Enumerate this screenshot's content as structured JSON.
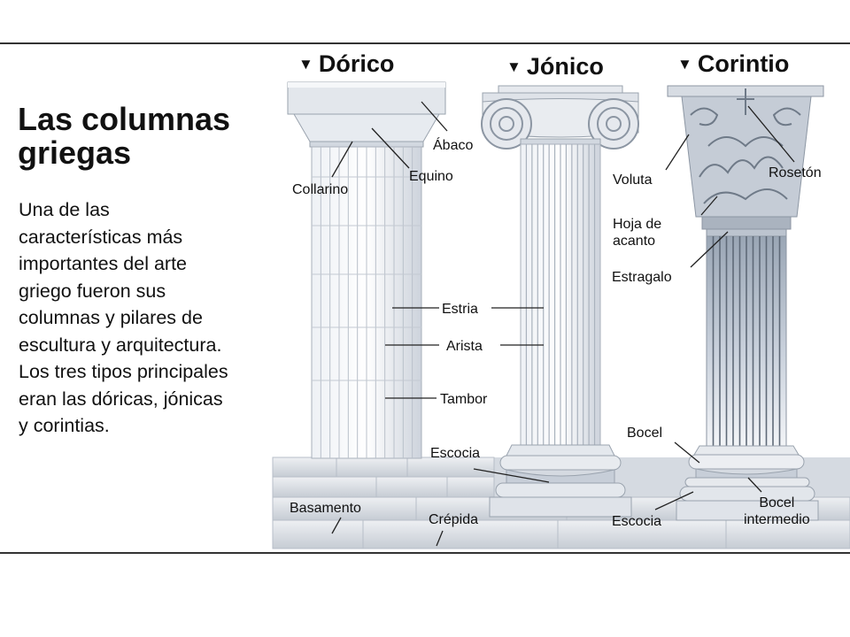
{
  "heading": "Las columnas\ngriegas",
  "description": "Una de las\ncaracterísticas más\nimportantes del arte\ngriego fueron sus\ncolumnas y pilares de\nescultura y arquitectura.\nLos tres tipos principales\neran las dóricas, jónicas\ny corintias.",
  "orders": {
    "doric": "Dórico",
    "ionic": "Jónico",
    "corinthian": "Corintio",
    "marker": "▼"
  },
  "labels": {
    "abaco": "Ábaco",
    "equino": "Equino",
    "collarino": "Collarino",
    "estria": "Estria",
    "arista": "Arista",
    "tambor": "Tambor",
    "escocia_top": "Escocia",
    "basamento": "Basamento",
    "crepida": "Crépida",
    "voluta": "Voluta",
    "roseton": "Rosetón",
    "hoja": "Hoja de\nacanto",
    "estragalo": "Estragalo",
    "bocel": "Bocel",
    "bocel_intermedio": "Bocel\nintermedio",
    "escocia_bottom": "Escocia"
  },
  "colors": {
    "stone": "#dfe3e9",
    "stone_shadow": "#a7afba",
    "line": "#222222"
  }
}
